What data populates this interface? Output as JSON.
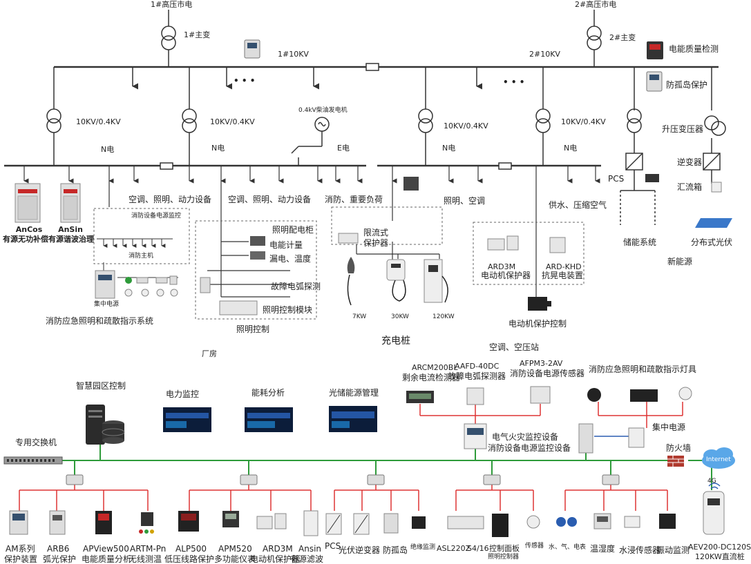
{
  "top": {
    "source1": "1#高压市电",
    "source2": "2#高压市电",
    "trans1": "1#主变",
    "trans2": "2#主变",
    "bus1": "1#10KV",
    "bus2": "2#10KV",
    "dots": "• • •",
    "power_quality": "电能质量检测",
    "anti_island": "防孤岛保护",
    "step_up": "升压变压器",
    "inverter": "逆变器",
    "combiner": "汇流箱",
    "pcs": "PCS",
    "storage": "储能系统",
    "pv": "分布式光伏",
    "new_energy": "新能源",
    "gen": "0.4kV柴油发电机",
    "tx_labels": [
      "10KV/0.4KV",
      "10KV/0.4KV",
      "10KV/0.4KV",
      "10KV/0.4KV"
    ],
    "n_labels": [
      "N电",
      "N电",
      "E电",
      "N电",
      "N电"
    ],
    "loads": [
      "空调、照明、动力设备",
      "空调、照明、动力设备",
      "消防、重要负荷",
      "照明、空调",
      "供水、压缩空气"
    ]
  },
  "left": {
    "ancos_name": "AnCos",
    "ancos_desc": "有源无功补偿",
    "ansin_name": "AnSin",
    "ansin_desc": "有源谐波治理",
    "fire_power_monitor": "消防设备电源监控",
    "fire_main": "消防主机",
    "central_power": "集中电源",
    "fire_system": "消防应急照明和疏散指示系统"
  },
  "lighting": {
    "cabinet": "照明配电柜",
    "metering": "电能计量",
    "leakage": "漏电、温度",
    "arc": "故障电弧探测",
    "control_module": "照明控制模块",
    "title": "照明控制",
    "factory": "厂房"
  },
  "charging": {
    "current_limit": "限流式",
    "protector": "保护器",
    "p1": "7KW",
    "p2": "30KW",
    "p3": "120KW",
    "title": "充电桩"
  },
  "motor": {
    "ard3m": "ARD3M",
    "ard3m_desc": "电动机保护器",
    "ardkhd": "ARD-KHD",
    "ardkhd_desc": "抗晃电装置",
    "title": "电动机保护控制"
  },
  "bottom": {
    "park_control": "智慧园区控制",
    "power_monitor": "电力监控",
    "energy_analysis": "能耗分析",
    "storage_mgmt": "光储能源管理",
    "switch": "专用交换机",
    "firewall": "防火墙",
    "internet": "Internet",
    "ac_station": "空调、空压站",
    "arcm_model": "ARCM200BL",
    "arcm_desc": "剩余电流检测器",
    "aafd_model": "AAFD-40DC",
    "aafd_desc": "故障电弧探测器",
    "afpm_model": "AFPM3-2AV",
    "afpm_desc": "消防设备电源传感器",
    "fire_lamp": "消防应急照明和疏散指示灯具",
    "fire_monitor_1": "电气火灾监控设备",
    "fire_monitor_2": "消防设备电源监控设备",
    "central_power": "集中电源",
    "signal_4g": "4G",
    "devices": [
      {
        "name": "AM系列",
        "desc": "保护装置"
      },
      {
        "name": "ARB6",
        "desc": "弧光保护"
      },
      {
        "name": "APView500",
        "desc": "电能质量分析"
      },
      {
        "name": "ARTM-Pn",
        "desc": "无线测温"
      },
      {
        "name": "ALP500",
        "desc": "低压线路保护"
      },
      {
        "name": "APM520",
        "desc": "多功能仪表"
      },
      {
        "name": "ARD3M",
        "desc": "电动机保护器"
      },
      {
        "name": "Ansin",
        "desc": "有源滤波"
      },
      {
        "name": "PCS",
        "desc": ""
      },
      {
        "name": "光伏逆变器",
        "desc": ""
      },
      {
        "name": "防孤岛",
        "desc": ""
      },
      {
        "name": "绝缘监测",
        "desc": ""
      },
      {
        "name": "ASL220Z",
        "desc": ""
      },
      {
        "name": "S4/16",
        "desc": ""
      },
      {
        "name": "控制面板",
        "desc": "照明控制器"
      },
      {
        "name": "传感器",
        "desc": ""
      },
      {
        "name": "水、气、电表",
        "desc": ""
      },
      {
        "name": "温湿度",
        "desc": ""
      },
      {
        "name": "水浸传感器",
        "desc": ""
      },
      {
        "name": "振动监测",
        "desc": ""
      },
      {
        "name": "AEV200-DC120S",
        "desc": "120KW直流桩"
      }
    ]
  }
}
